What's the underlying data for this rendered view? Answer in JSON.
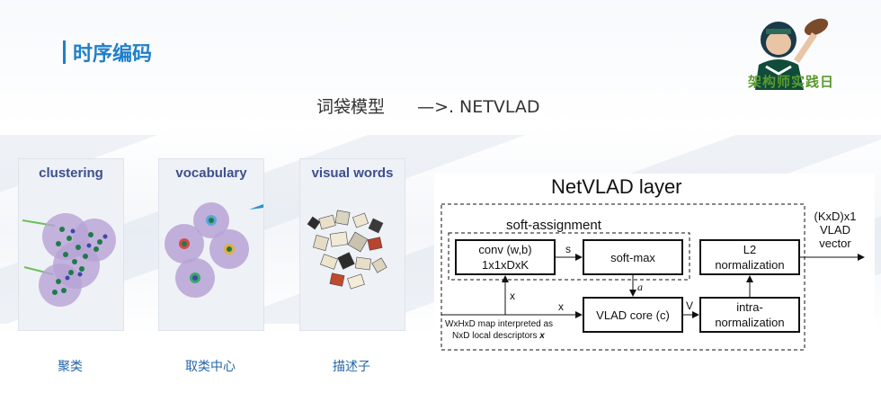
{
  "slide": {
    "title": "时序编码",
    "subtitle_left": "词袋模型",
    "subtitle_right": "—>. NETVLAD",
    "logo_text": "架构师实践日"
  },
  "panels": [
    {
      "title": "clustering",
      "caption": "聚类"
    },
    {
      "title": "vocabulary",
      "caption": "取类中心"
    },
    {
      "title": "visual words",
      "caption": "描述子"
    }
  ],
  "netvlad": {
    "title": "NetVLAD layer",
    "soft_assignment": "soft-assignment",
    "conv_line1": "conv (w,b)",
    "conv_line2": "1x1xDxK",
    "softmax": "soft-max",
    "l2_line1": "L2",
    "l2_line2": "normalization",
    "vlad_core": "VLAD core (c)",
    "intra_line1": "intra-",
    "intra_line2": "normalization",
    "output_line1": "(KxD)x1",
    "output_line2": "VLAD",
    "output_line3": "vector",
    "input_line1": "WxHxD map interpreted as",
    "input_line2": "NxD local descriptors ",
    "input_var": "x",
    "label_s": "s",
    "label_a": "a",
    "label_x1": "x",
    "label_x2": "x",
    "label_v": "V"
  },
  "colors": {
    "title_blue": "#1e7fc9",
    "caption_blue": "#2466a8",
    "logo_green": "#5a9a2e"
  }
}
